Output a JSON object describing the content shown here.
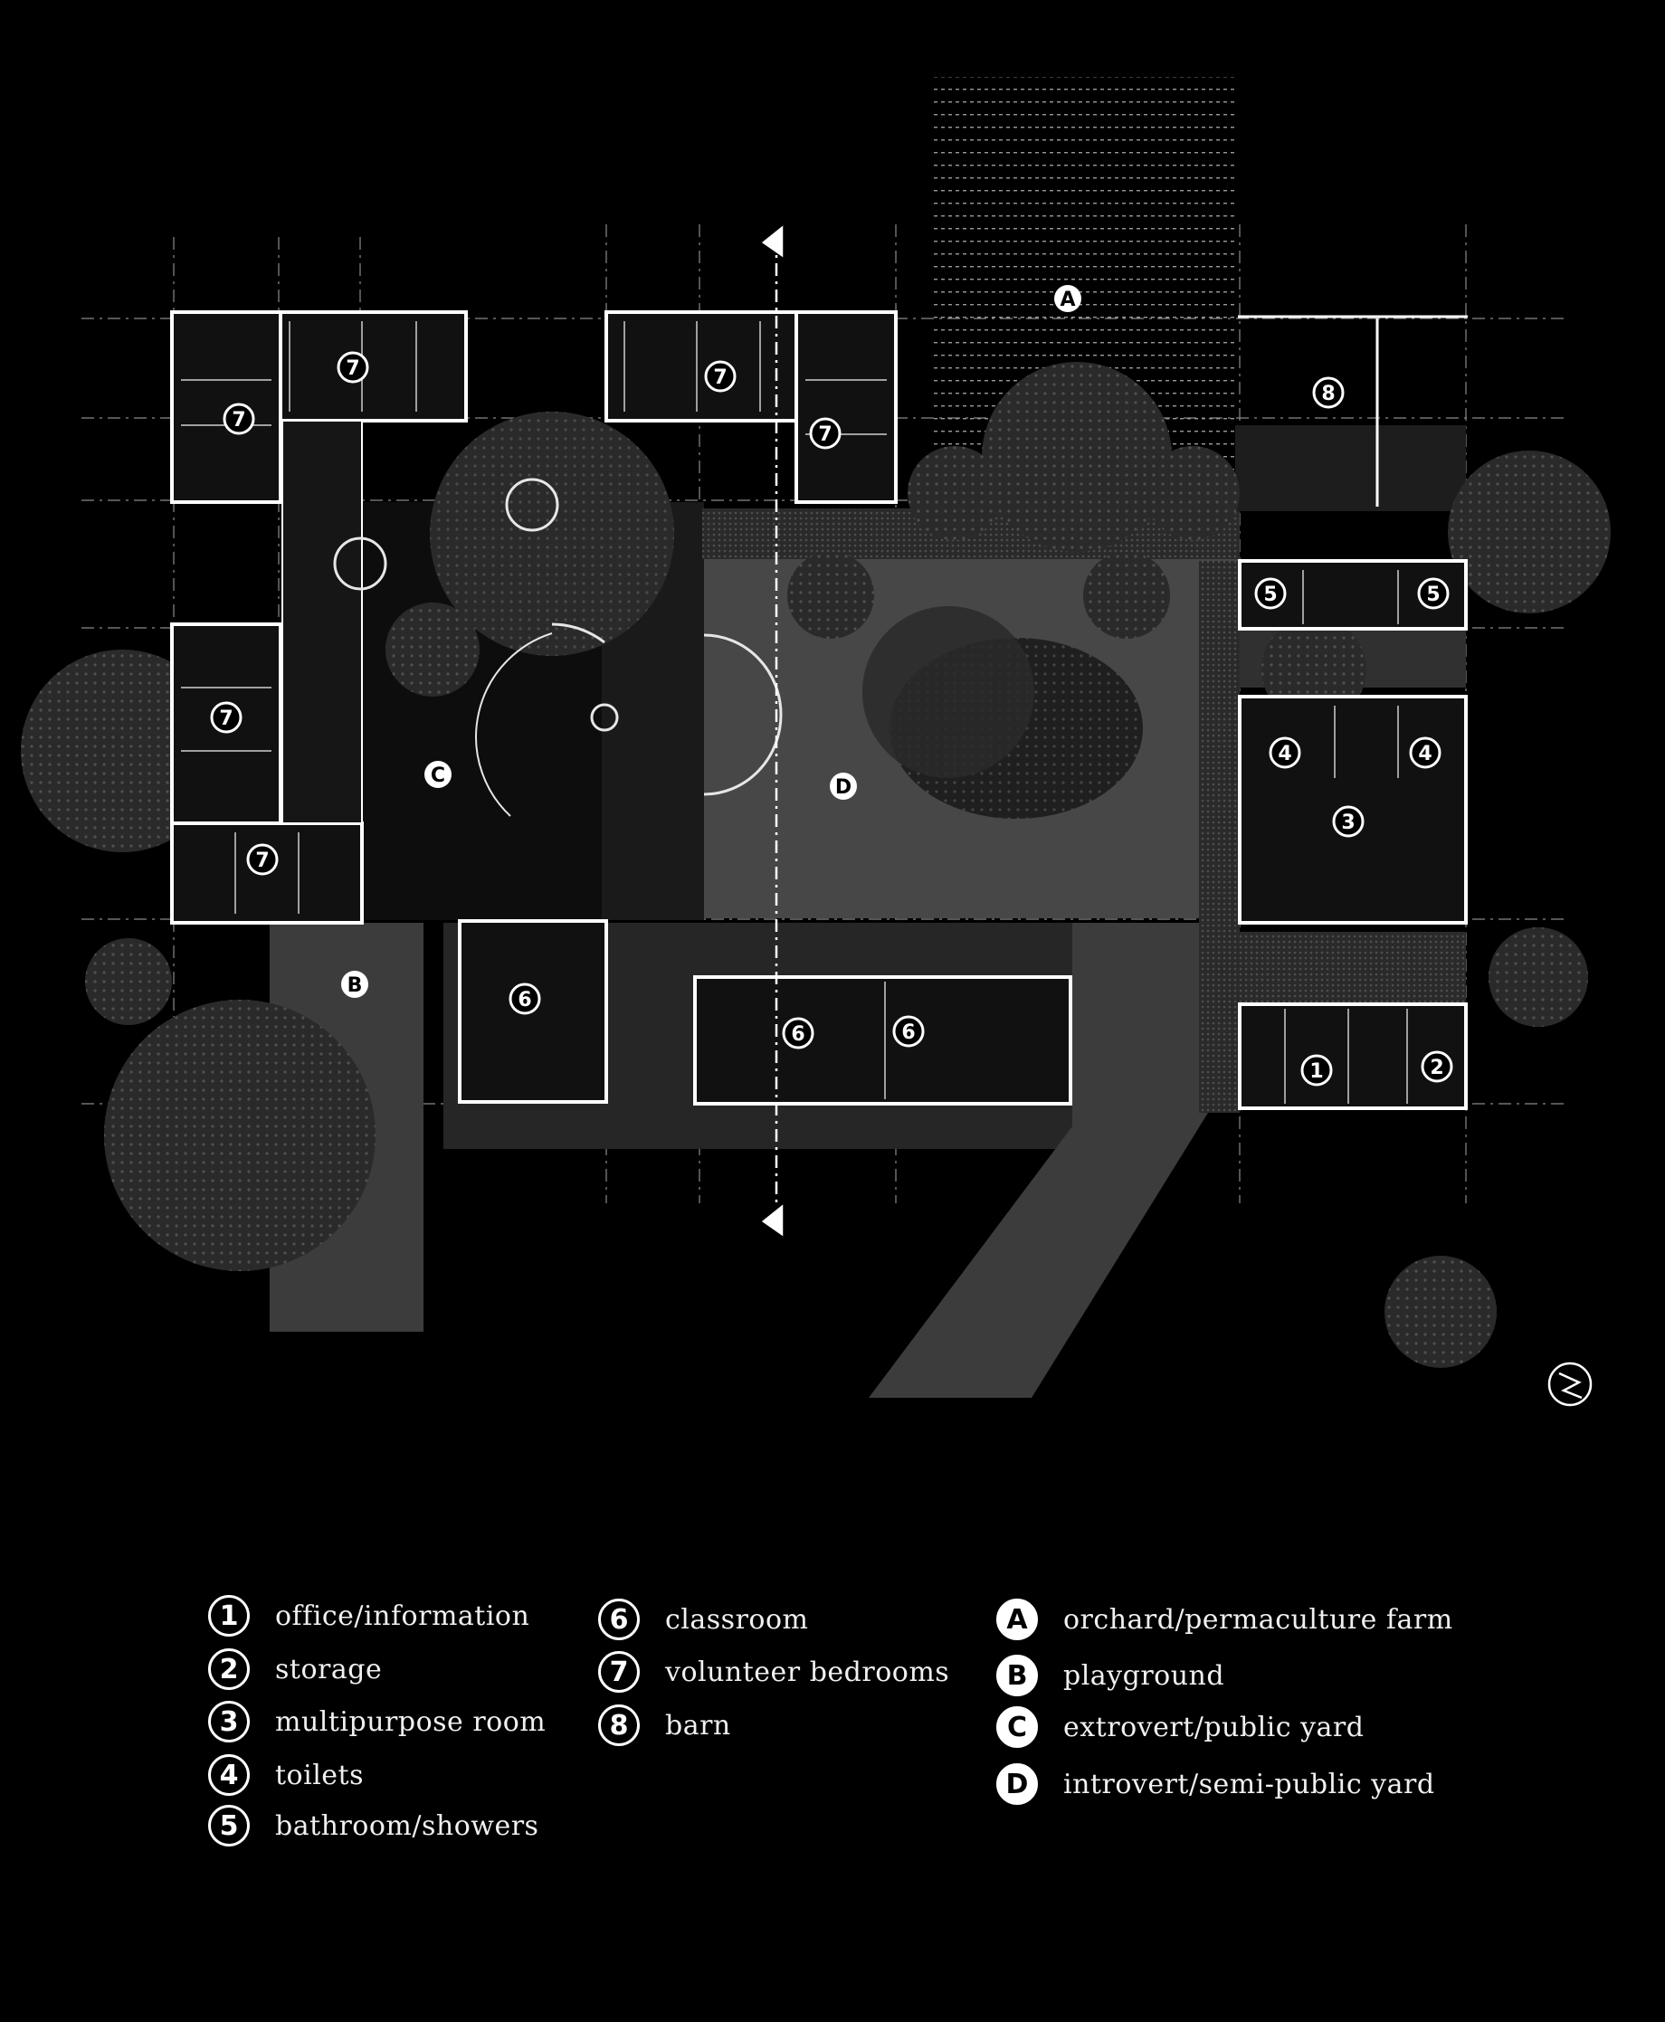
{
  "plan_markers": {
    "A": "A",
    "B": "B",
    "C": "C",
    "D": "D",
    "n1": "1",
    "n2": "2",
    "n3": "3",
    "n4": "4",
    "n5": "5",
    "n6": "6",
    "n7": "7",
    "n8": "8"
  },
  "legend": {
    "col1": [
      {
        "key": "1",
        "label": "office/information"
      },
      {
        "key": "2",
        "label": "storage"
      },
      {
        "key": "3",
        "label": "multipurpose room"
      },
      {
        "key": "4",
        "label": "toilets"
      },
      {
        "key": "5",
        "label": "bathroom/showers"
      }
    ],
    "col2": [
      {
        "key": "6",
        "label": "classroom"
      },
      {
        "key": "7",
        "label": "volunteer bedrooms"
      },
      {
        "key": "8",
        "label": "barn"
      }
    ],
    "col3": [
      {
        "key": "A",
        "label": "orchard/permaculture farm"
      },
      {
        "key": "B",
        "label": "playground"
      },
      {
        "key": "C",
        "label": "extrovert/public yard"
      },
      {
        "key": "D",
        "label": "introvert/semi-public yard"
      }
    ]
  },
  "colors": {
    "background": "#000000",
    "ground": "#3a3a3a",
    "courtyard": "#474747",
    "wall": "#ffffff",
    "tree": "#2c2c2c"
  }
}
